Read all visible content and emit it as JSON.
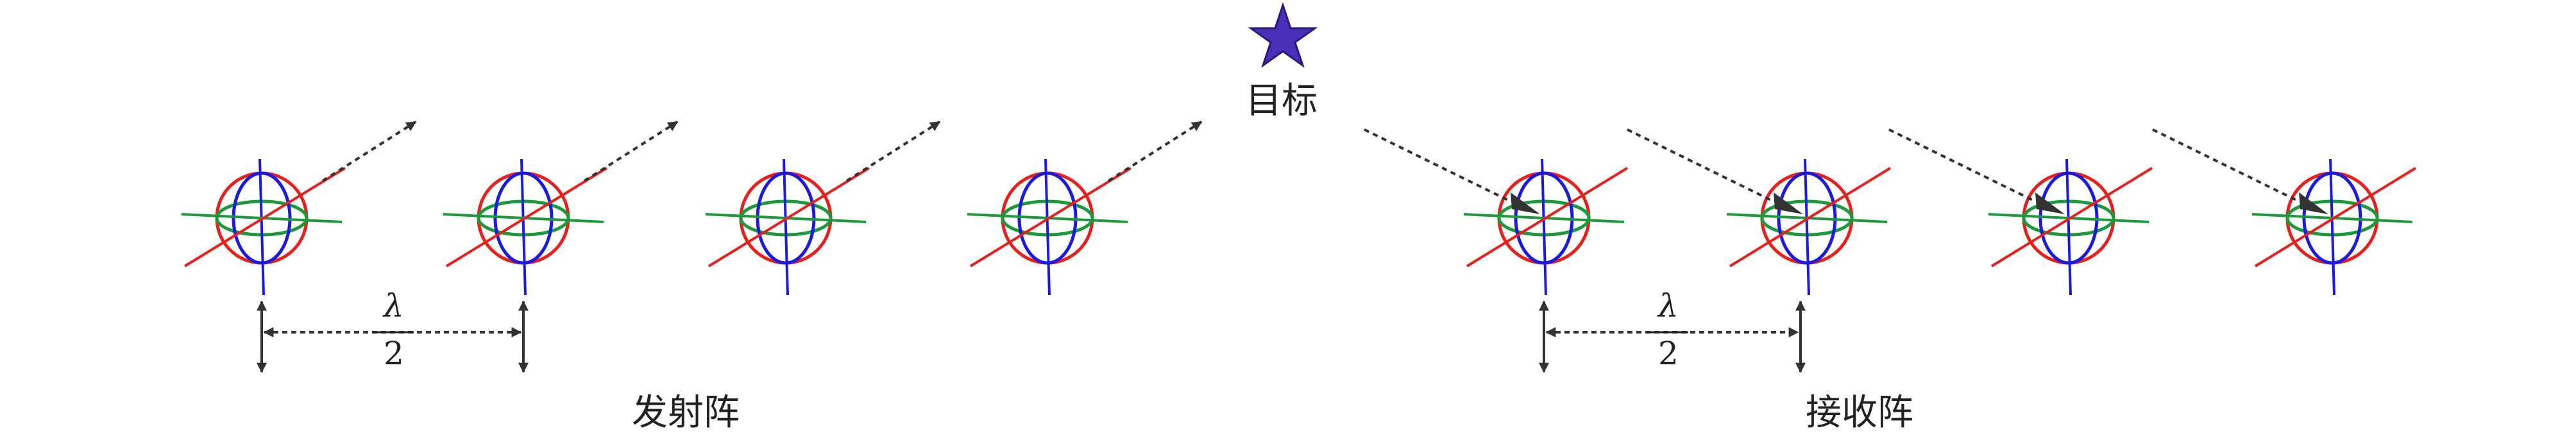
{
  "target": {
    "label": "目标",
    "star_color": "#4b2fb8",
    "star_edge": "#2a1a80"
  },
  "transmit_array": {
    "label": "发射阵",
    "element_count": 4
  },
  "receive_array": {
    "label": "接收阵",
    "element_count": 4
  },
  "spacing": {
    "numerator": "λ",
    "denominator": "2"
  },
  "colors": {
    "red": "#e8201b",
    "green": "#1b9a3a",
    "blue": "#1a1ae0",
    "arrow": "#333333"
  }
}
